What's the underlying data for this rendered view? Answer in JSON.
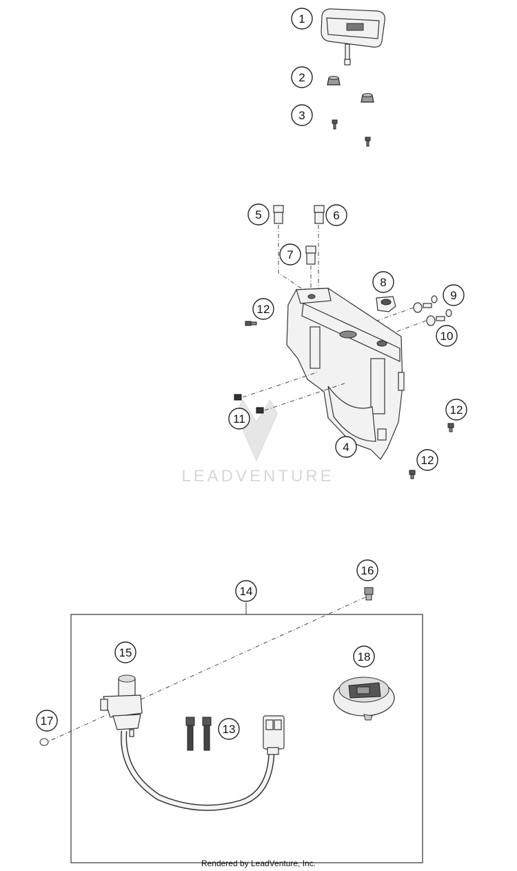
{
  "callouts": [
    {
      "label": "1"
    },
    {
      "label": "2"
    },
    {
      "label": "3"
    },
    {
      "label": "5"
    },
    {
      "label": "6"
    },
    {
      "label": "7"
    },
    {
      "label": "8"
    },
    {
      "label": "9"
    },
    {
      "label": "10"
    },
    {
      "label": "12"
    },
    {
      "label": "11"
    },
    {
      "label": "4"
    },
    {
      "label": "12"
    },
    {
      "label": "12"
    },
    {
      "label": "14"
    },
    {
      "label": "16"
    },
    {
      "label": "15"
    },
    {
      "label": "18"
    },
    {
      "label": "17"
    },
    {
      "label": "13"
    }
  ],
  "watermark": {
    "text": "LEADVENTURE"
  },
  "footer": {
    "text": "Rendered by LeadVenture, Inc."
  }
}
